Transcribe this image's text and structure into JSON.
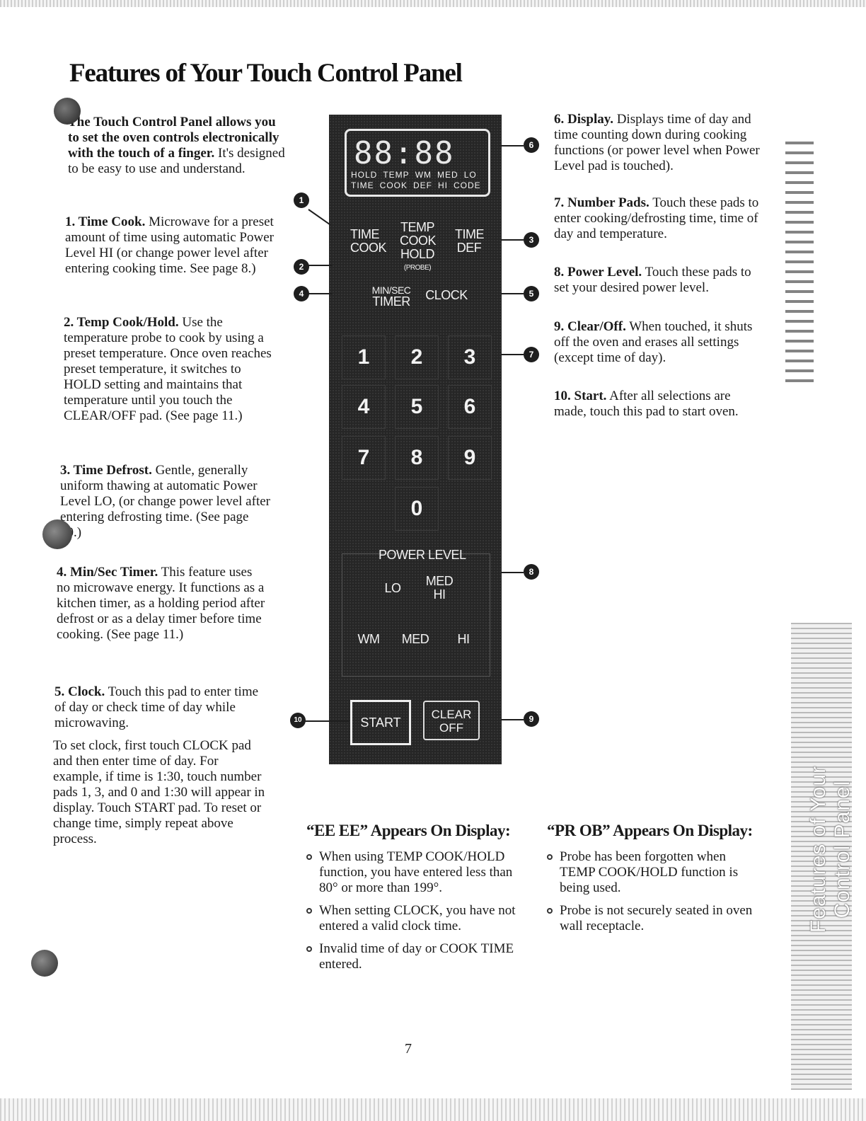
{
  "title": "Features of Your Touch Control Panel",
  "intro": {
    "lead_bold": "The Touch Control Panel allows you to set the oven controls electronically with the touch of a finger.",
    "rest": " It's designed to be easy to use and understand."
  },
  "left_items": [
    {
      "heading": "1. Time Cook.",
      "text": " Microwave for a preset amount of time using automatic Power Level HI (or change power level after entering cooking time. See page 8.)"
    },
    {
      "heading": "2. Temp Cook/Hold.",
      "text": " Use the temperature probe to cook by using a preset temperature. Once oven reaches preset temperature, it switches to HOLD setting and maintains that temperature until you touch the CLEAR/OFF pad. (See page 11.)"
    },
    {
      "heading": "3. Time Defrost.",
      "text": " Gentle, generally uniform thawing at automatic Power Level LO, (or change power level after entering defrosting time. (See page 10.)"
    },
    {
      "heading": "4. Min/Sec Timer.",
      "text": " This feature uses no microwave energy. It functions as a kitchen timer, as a holding period after defrost or as a delay timer before time cooking. (See page 11.)"
    },
    {
      "heading": "5. Clock.",
      "text": " Touch this pad to enter time of day or check time of day while microwaving."
    }
  ],
  "clock_paragraph": "To set clock, first touch CLOCK pad and then enter time of day. For example, if time is 1:30, touch number pads 1, 3, and 0 and 1:30 will appear in display. Touch START pad. To reset or change time, simply repeat above process.",
  "right_items": [
    {
      "heading": "6. Display.",
      "text": " Displays time of day and time counting down during cooking functions (or power level when Power Level pad is touched)."
    },
    {
      "heading": "7. Number Pads.",
      "text": " Touch these pads to enter cooking/defrosting time, time of day and temperature."
    },
    {
      "heading": "8. Power Level.",
      "text": " Touch these pads to set your desired power level."
    },
    {
      "heading": "9. Clear/Off.",
      "text": " When touched, it shuts off the oven and erases all settings (except time of day)."
    },
    {
      "heading": "10. Start.",
      "text": " After all selections are made, touch this pad to start oven."
    }
  ],
  "panel": {
    "digits": "88:88",
    "indicators_top": [
      "HOLD",
      "TEMP",
      "WM",
      "MED",
      "LO"
    ],
    "indicators_bottom": [
      "TIME",
      "COOK",
      "DEF",
      "HI",
      "CODE"
    ],
    "time_cook": [
      "TIME",
      "COOK"
    ],
    "temp_cook": [
      "TEMP",
      "COOK",
      "HOLD"
    ],
    "probe": "(PROBE)",
    "time_def": [
      "TIME",
      "DEF"
    ],
    "min_sec": "MIN/SEC",
    "timer": "TIMER",
    "clock": "CLOCK",
    "numbers": [
      "1",
      "2",
      "3",
      "4",
      "5",
      "6",
      "7",
      "8",
      "9",
      "0"
    ],
    "power_level": "POWER LEVEL",
    "lo": "LO",
    "med_hi": [
      "MED",
      "HI"
    ],
    "wm": "WM",
    "med": "MED",
    "hi": "HI",
    "start": "START",
    "clear_off": [
      "CLEAR",
      "OFF"
    ]
  },
  "callouts": [
    "1",
    "2",
    "3",
    "4",
    "5",
    "6",
    "7",
    "8",
    "9",
    "10"
  ],
  "ee_heading": "“EE EE” Appears On Display:",
  "ee_bullets": [
    "When using TEMP COOK/HOLD function, you have entered less than 80° or more than 199°.",
    "When setting CLOCK, you have not entered a valid clock time.",
    "Invalid time of day or COOK TIME entered."
  ],
  "prob_heading": "“PR OB” Appears On Display:",
  "prob_bullets": [
    "Probe has been forgotten when TEMP COOK/HOLD function is being used.",
    "Probe is not securely seated in oven wall receptacle."
  ],
  "side_tab": "Features of Your Control Panel",
  "page_number": "7"
}
